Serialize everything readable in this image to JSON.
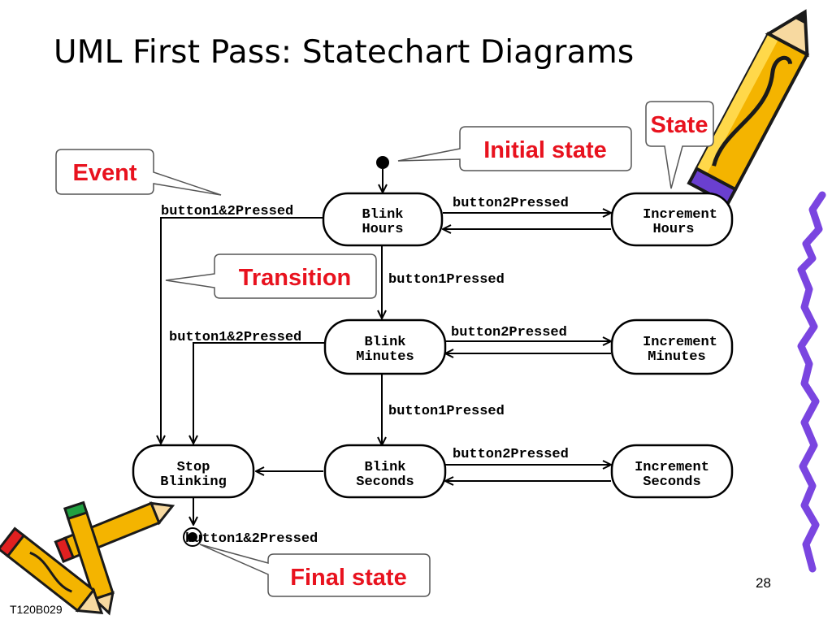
{
  "slide": {
    "title": "UML First Pass: Statechart Diagrams",
    "page_number": "28",
    "footer": "T120B029"
  },
  "states": {
    "blink_hours": [
      "Blink",
      "Hours"
    ],
    "increment_hours": [
      "Increment",
      "Hours"
    ],
    "blink_minutes": [
      "Blink",
      "Minutes"
    ],
    "increment_minutes": [
      "Increment",
      "Minutes"
    ],
    "blink_seconds": [
      "Blink",
      "Seconds"
    ],
    "increment_seconds": [
      "Increment",
      "Seconds"
    ],
    "stop_blinking": [
      "Stop",
      "Blinking"
    ]
  },
  "transitions": {
    "hours_to_increment": "button2Pressed",
    "hours_to_minutes": "button1Pressed",
    "hours_to_stop": "button1&2Pressed",
    "minutes_to_increment": "button2Pressed",
    "minutes_to_seconds": "button1Pressed",
    "minutes_to_stop": "button1&2Pressed",
    "seconds_to_increment": "button2Pressed",
    "stop_to_final": "button1&2Pressed"
  },
  "callouts": {
    "event": "Event",
    "initial_state": "Initial state",
    "state": "State",
    "transition": "Transition",
    "final_state": "Final state"
  },
  "colors": {
    "callout_text": "#e8121e",
    "pencil_body": "#f4b400",
    "pencil_outline": "#1a1a1a",
    "pencil_accent": "#6a3fd0",
    "squiggle": "#7a45e0",
    "pencil_tip_red": "#e02020",
    "pencil_tip_green": "#20a040"
  },
  "decoration_icons": [
    "pencil-icon",
    "pencils-cluster-icon",
    "purple-squiggle-line"
  ]
}
